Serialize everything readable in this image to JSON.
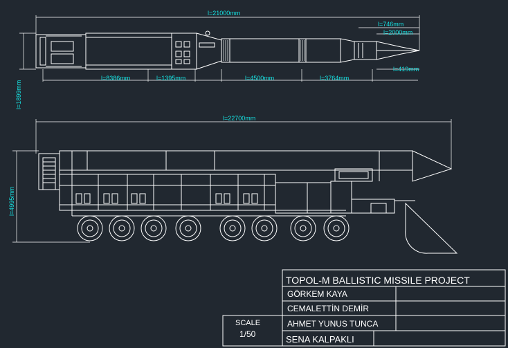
{
  "drawing": {
    "dimensions_top": {
      "overall_length": "l=21000mm",
      "nose_746": "l=746mm",
      "nose_2000": "l=2000mm",
      "nose_419": "l=419mm",
      "seg_8386": "l=8386mm",
      "seg_1395": "l=1395mm",
      "seg_4500": "l=4500mm",
      "seg_3764": "l=3764mm",
      "diameter": "l=1899mm"
    },
    "dimensions_truck": {
      "overall_length": "l=22700mm",
      "height": "l=4995mm"
    },
    "title_block": {
      "title": "TOPOL-M BALLISTIC MISSILE PROJECT",
      "author_1": "GÖRKEM KAYA",
      "author_2": "CEMALETTİN DEMİR",
      "author_3": "AHMET YUNUS TUNCA",
      "author_4": "SENA KALPAKLI",
      "scale_label": "SCALE",
      "scale_value": "1/50"
    }
  },
  "colors": {
    "background": "#212830",
    "lines": "#ffffff",
    "dimensions": "#16e0e0"
  }
}
